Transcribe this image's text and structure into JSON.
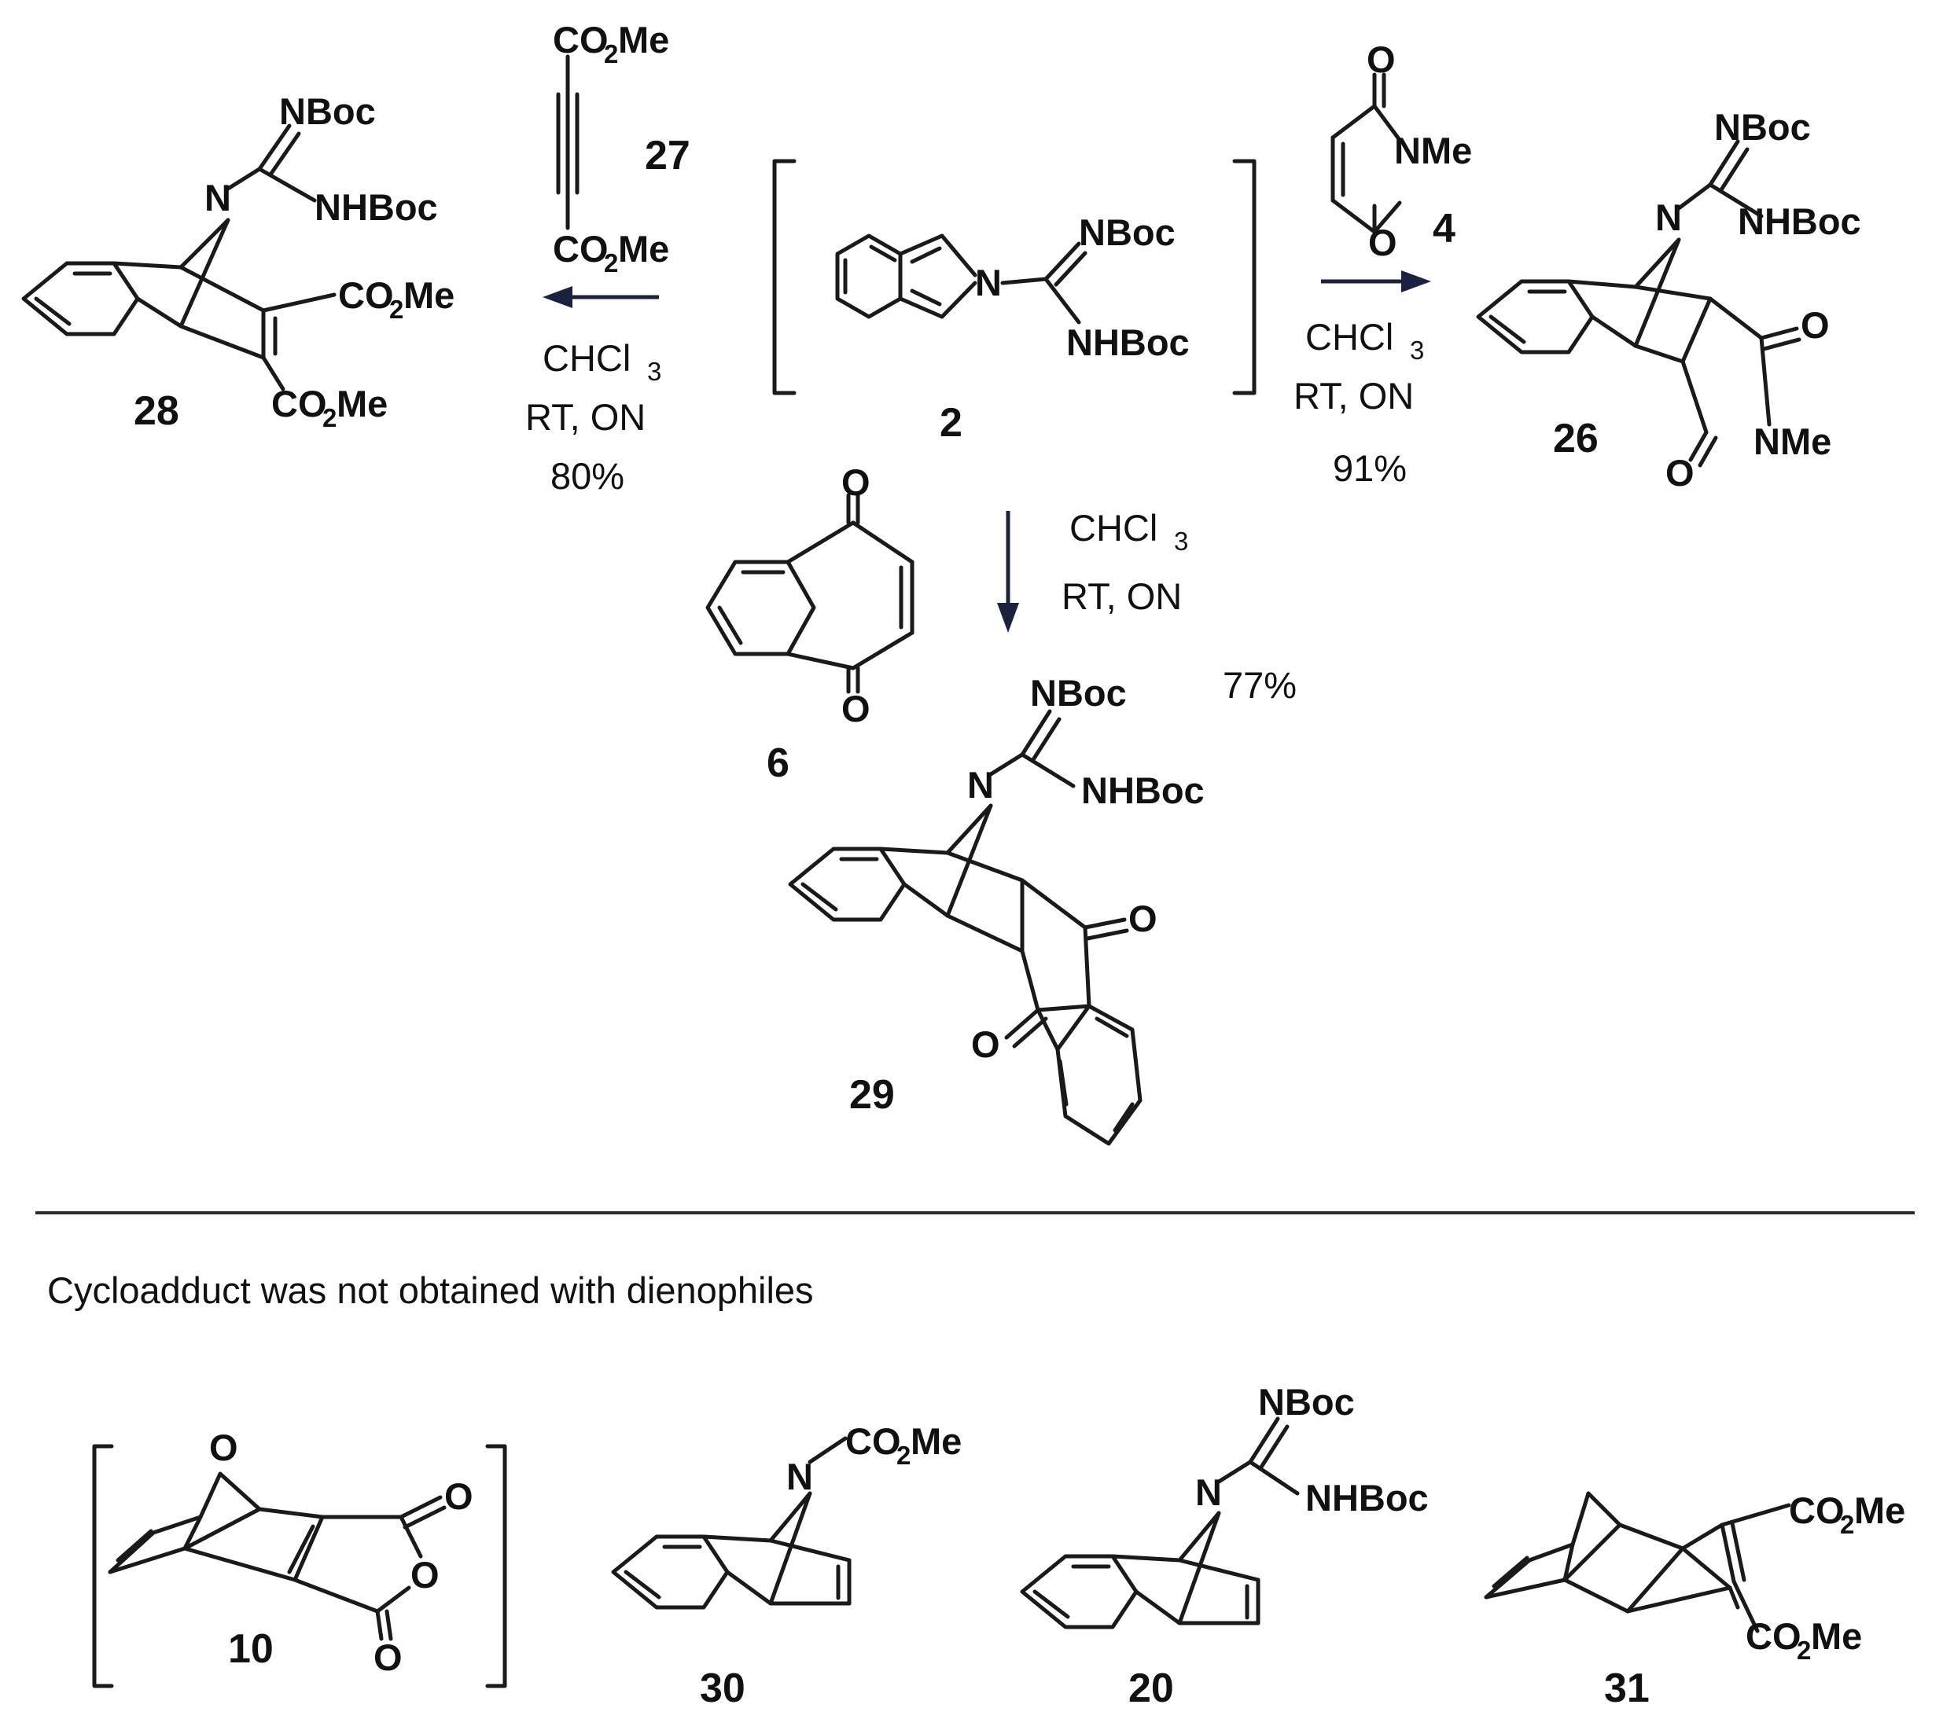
{
  "labels": {
    "NBoc": "NBoc",
    "NHBoc": "NHBoc",
    "N": "N",
    "O": "O",
    "NMe": "NMe",
    "CO": "CO",
    "two": "2",
    "Me": "Me"
  },
  "compounds": {
    "c2": "2",
    "c4": "4",
    "c6": "6",
    "c26": "26",
    "c27": "27",
    "c28": "28",
    "c29": "29",
    "c10": "10",
    "c30": "30",
    "c20": "20",
    "c31": "31"
  },
  "conditions": {
    "solvent_main": "CHCl",
    "solvent_sub": "3",
    "time": "RT, ON"
  },
  "yields": {
    "to_28": "80%",
    "to_26": "91%",
    "to_29": "77%"
  },
  "caption": "Cycloadduct was not obtained with dienophiles"
}
